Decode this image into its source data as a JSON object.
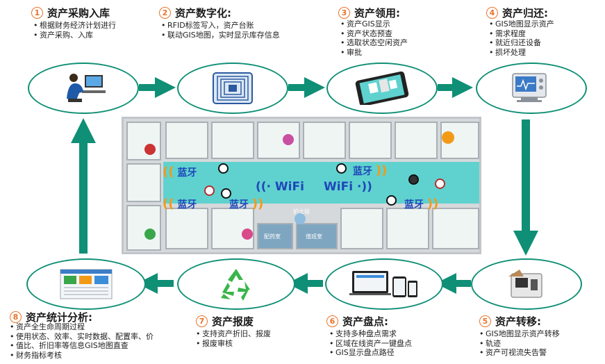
{
  "steps": [
    {
      "num": "1",
      "title": "资产采购入库",
      "items": [
        "根据财务经济计划进行",
        "资产采购、入库"
      ]
    },
    {
      "num": "2",
      "title": "资产数字化:",
      "items": [
        "RFID标签写入，资产台账",
        "联动GIS地图，实时显示库存信息"
      ]
    },
    {
      "num": "3",
      "title": "资产领用:",
      "items": [
        "资产GIS显示",
        "资产状态预查",
        "选取状态空闲资产",
        "审批"
      ]
    },
    {
      "num": "4",
      "title": "资产归还:",
      "items": [
        "GIS地图显示资产",
        "需求程度",
        "就近归还设备",
        "损坏处理"
      ]
    },
    {
      "num": "5",
      "title": "资产转移:",
      "items": [
        "GIS地图显示资产转移",
        "轨迹",
        "资产可视流失告警"
      ]
    },
    {
      "num": "6",
      "title": "资产盘点:",
      "items": [
        "支持多种盘点需求",
        "区域在线资产一键盘点",
        "GIS显示盘点路径"
      ]
    },
    {
      "num": "7",
      "title": "资产报废",
      "items": [
        "支持资产折旧、报废",
        "报废审核"
      ]
    },
    {
      "num": "8",
      "title": "资产统计分析:",
      "items": [
        "资产全生命周期过程",
        "使用状态、效率、实时数据、配置率、价",
        "值比、折旧率等信息GIS地图直查",
        "财务指标考核"
      ]
    }
  ],
  "floor_plan": {
    "wifi_left": "WiFi",
    "wifi_right": "WiFi",
    "bluetooth": [
      "蓝牙",
      "蓝牙",
      "蓝牙",
      "蓝牙",
      "蓝牙"
    ],
    "rooms": [
      "护士站",
      "配药室",
      "值班室"
    ]
  },
  "colors": {
    "accent": "#0f8f75",
    "number": "#e8742a",
    "signal": "#1f47b9",
    "corridor": "#5fd2cf"
  }
}
